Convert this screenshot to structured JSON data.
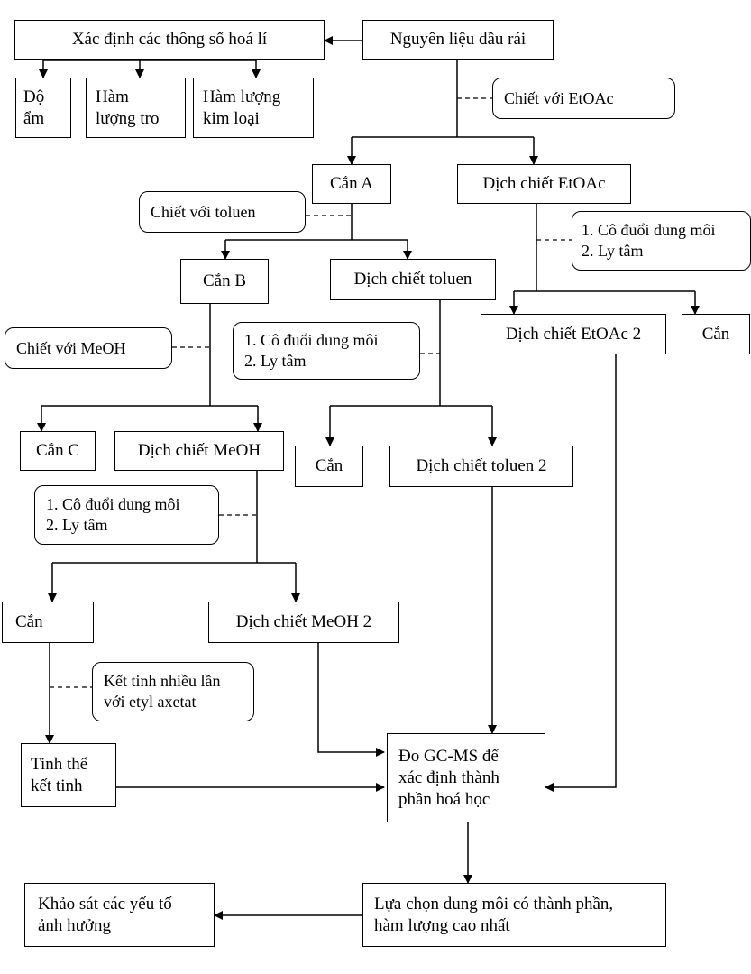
{
  "nodes": {
    "physchem": "Xác định các thông số hoá lí",
    "raw": "Nguyên liệu dầu rái",
    "moisture": "Độ\nẩm",
    "ash": "Hàm\nlượng tro",
    "metal": "Hàm lượng\nkim loại",
    "residue_a": "Cắn A",
    "etoac_extract": "Dịch chiết EtOAc",
    "residue_b": "Cắn B",
    "toluene_extract": "Dịch chiết toluen",
    "etoac_extract_2": "Dịch chiết EtOAc 2",
    "residue_etoac": "Cắn",
    "residue_c": "Cắn C",
    "meoh_extract": "Dịch chiết MeOH",
    "residue_toluene": "Cắn",
    "toluene_extract_2": "Dịch chiết toluen 2",
    "residue_meoh": "Cắn",
    "meoh_extract_2": "Dịch chiết MeOH 2",
    "crystals": "Tinh thể\nkết tinh",
    "gcms": "Đo GC-MS để\nxác định thành\nphần hoá học",
    "survey": "Khảo sát các yếu tố\nảnh hưởng",
    "choose_solvent": "Lựa chọn dung môi có thành phần,\nhàm lượng cao nhất"
  },
  "notes": {
    "extract_etoac": "Chiết với EtOAc",
    "extract_toluene": "Chiết với toluen",
    "evap_etoac": "1. Cô đuổi dung môi\n2. Ly tâm",
    "extract_meoh": "Chiết với MeOH",
    "evap_toluene": "1. Cô đuổi dung môi\n2. Ly tâm",
    "evap_meoh": "1. Cô đuổi dung môi\n2. Ly tâm",
    "recrystallize": "Kết tinh nhiều lần\nvới etyl axetat"
  }
}
